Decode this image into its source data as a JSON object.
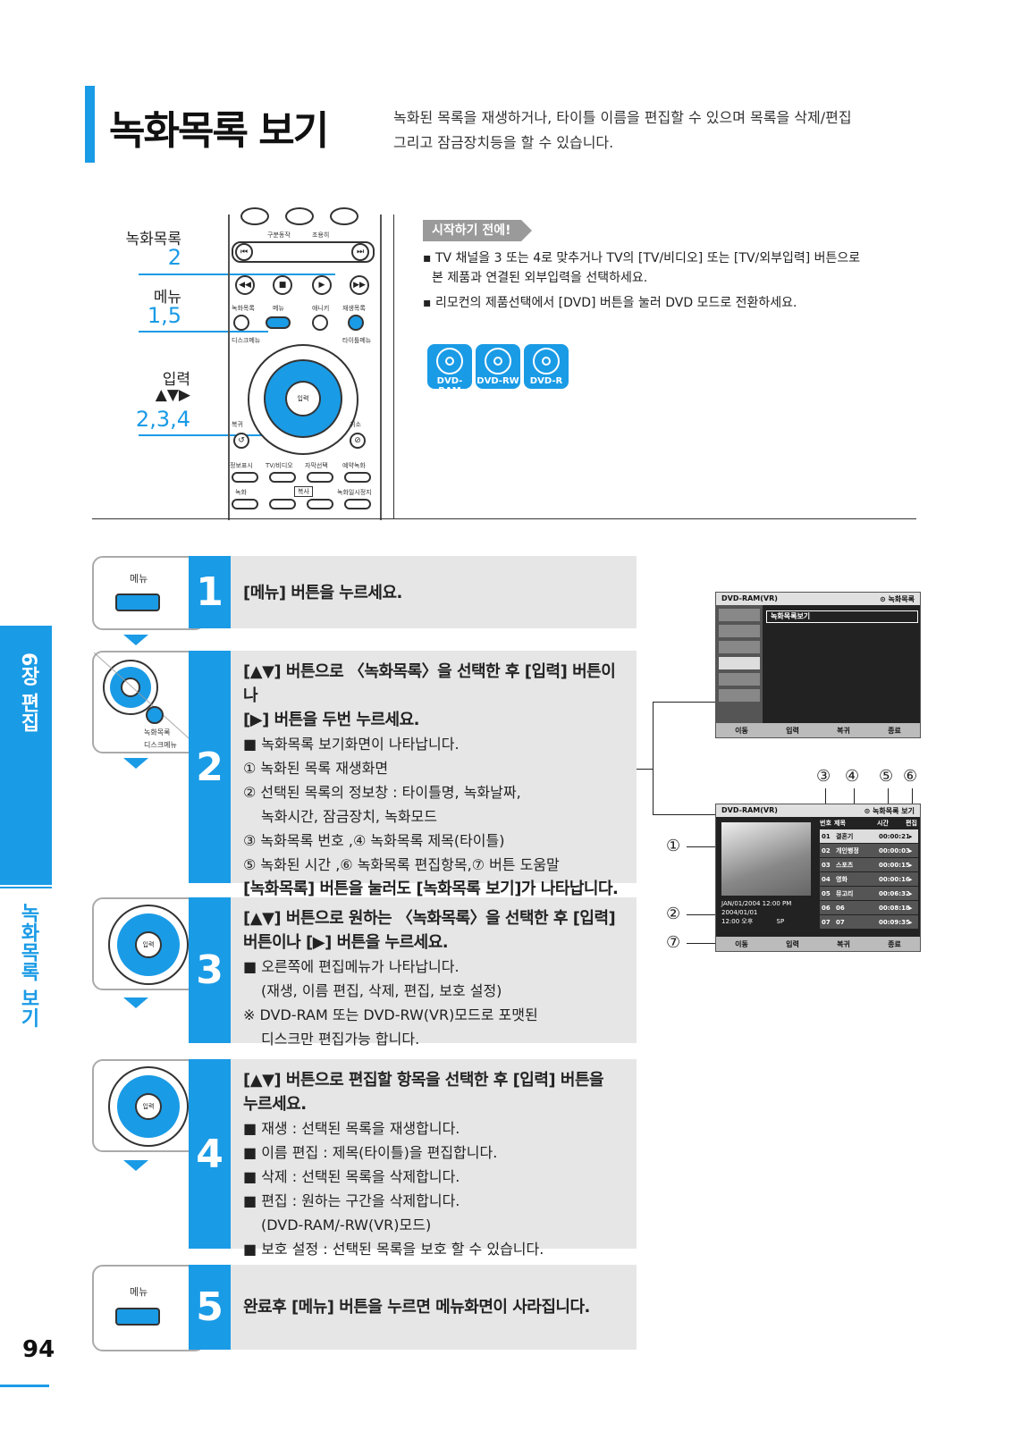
{
  "header": {
    "title": "녹화목록 보기",
    "subtitle_line1": "녹화된 목록을 재생하거나, 타이틀 이름을 편집할 수 있으며 목록을 삭제/편집",
    "subtitle_line2": "그리고  잠금장치등을 할 수 있습니다."
  },
  "remote_labels": [
    {
      "label": "녹화목록",
      "num": "2"
    },
    {
      "label": "메뉴",
      "num": "1,5"
    },
    {
      "label": "입력",
      "arrows": "▲▼▶",
      "num": "2,3,4"
    }
  ],
  "remote": {
    "b1": "구분동작",
    "b2": "조용히",
    "b3": "녹화목록",
    "b4": "메뉴",
    "b5": "애니키",
    "b6": "재생목록",
    "b7": "디스크메뉴",
    "b8": "타이틀메뉴",
    "b9": "입력",
    "b10": "복귀",
    "b11": "취소",
    "b12": "정보표시",
    "b13": "TV/비디오",
    "b14": "자막선택",
    "b15": "예약녹화",
    "b16": "녹화",
    "b17": "복사",
    "b18": "녹화일시정지"
  },
  "before": {
    "tag": "시작하기 전에!",
    "note1a": "TV 채널을 3 또는 4로 맞추거나 TV의 [TV/비디오] 또는 [TV/외부입력] 버튼으로",
    "note1b": "본 제품과  연결된 외부입력을 선택하세요.",
    "note2": "리모컨의 제품선택에서 [DVD] 버튼을 눌러 DVD 모드로 전환하세요.",
    "discs": [
      "DVD-RAM",
      "DVD-RW",
      "DVD-R"
    ]
  },
  "sidebar": {
    "chapter": "6장  편집",
    "section": "녹화목록 보기"
  },
  "icons": {
    "menu": "메뉴",
    "list": "녹화목록",
    "disc_menu": "디스크메뉴",
    "enter": "입력"
  },
  "steps": [
    {
      "num": "1",
      "title": "[메뉴] 버튼을 누르세요."
    },
    {
      "num": "2",
      "t1": "[▲▼] 버튼으로 〈녹화목록〉을 선택한 후 [입력] 버튼이나",
      "t2": "[▶] 버튼을 두번 누르세요.",
      "l1": "■ 녹화목록 보기화면이 나타납니다.",
      "l2": "① 녹화된 목록 재생화면",
      "l3": "② 선택된 목록의 정보창 : 타이틀명, 녹화날짜,",
      "l4": "녹화시간, 잠금장치, 녹화모드",
      "l5": "③ 녹화목록 번호 ,④ 녹화목록 제목(타이틀)",
      "l6": "⑤ 녹화된 시간 ,⑥ 녹화목록 편집항목,⑦ 버튼 도움말",
      "l7": "[녹화목록] 버튼을 눌러도 [녹화목록 보기]가 나타납니다."
    },
    {
      "num": "3",
      "t1": "[▲▼] 버튼으로 원하는 〈녹화목록〉을 선택한 후 [입력]",
      "t2": "버튼이나  [▶] 버튼을 누르세요.",
      "l1": "■ 오른쪽에 편집메뉴가 나타납니다.",
      "l2": "(재생, 이름 편집, 삭제, 편집, 보호 설정)",
      "l3": "※ DVD-RAM 또는 DVD-RW(VR)모드로 포맷된",
      "l4": "디스크만  편집가능 합니다."
    },
    {
      "num": "4",
      "t1": "[▲▼] 버튼으로 편집할 항목을 선택한 후 [입력] 버튼을",
      "t2": "누르세요.",
      "l1": "■ 재생 : 선택된 목록을 재생합니다.",
      "l2": "■ 이름 편집 : 제목(타이틀)을 편집합니다.",
      "l3": "■ 삭제 : 선택된 목록을 삭제합니다.",
      "l4": "■ 편집 : 원하는 구간을 삭제합니다.",
      "l5": "(DVD-RAM/-RW(VR)모드)",
      "l6": "■ 보호 설정 : 선택된 목록을 보호 할 수 있습니다."
    },
    {
      "num": "5",
      "title": "완료후 [메뉴] 버튼을 누르면 메뉴화면이 사라집니다."
    }
  ],
  "screen1": {
    "top_left": "DVD-RAM(VR)",
    "top_right": "⊙ 녹화목록",
    "highlight": "녹화목록보기",
    "bottom": [
      "이동",
      "입력",
      "복귀",
      "종료"
    ]
  },
  "screen2": {
    "top_left": "DVD-RAM(VR)",
    "top_right": "⊙ 녹화목록 보기",
    "col_headers": [
      "번호",
      "제목",
      "시간",
      "편집"
    ],
    "rows": [
      {
        "n": "01",
        "t": "결혼기",
        "tm": "00:00:21"
      },
      {
        "n": "02",
        "t": "개인행정",
        "tm": "00:00:03"
      },
      {
        "n": "03",
        "t": "스포츠",
        "tm": "00:00:15"
      },
      {
        "n": "04",
        "t": "영화",
        "tm": "00:00:16"
      },
      {
        "n": "05",
        "t": "뮤고리",
        "tm": "00:06:32"
      },
      {
        "n": "06",
        "t": "06",
        "tm": "00:08:18"
      },
      {
        "n": "07",
        "t": "07",
        "tm": "00:09:35"
      }
    ],
    "info1": "JAN/01/2004  12:00 PM",
    "info2": "2004/01/01",
    "info3": "12:00 오후",
    "info4": "SP",
    "bottom": [
      "이동",
      "입력",
      "복귀",
      "종료"
    ]
  },
  "callouts": [
    "①",
    "②",
    "⑦",
    "③",
    "④",
    "⑤",
    "⑥"
  ],
  "page_number": "94"
}
